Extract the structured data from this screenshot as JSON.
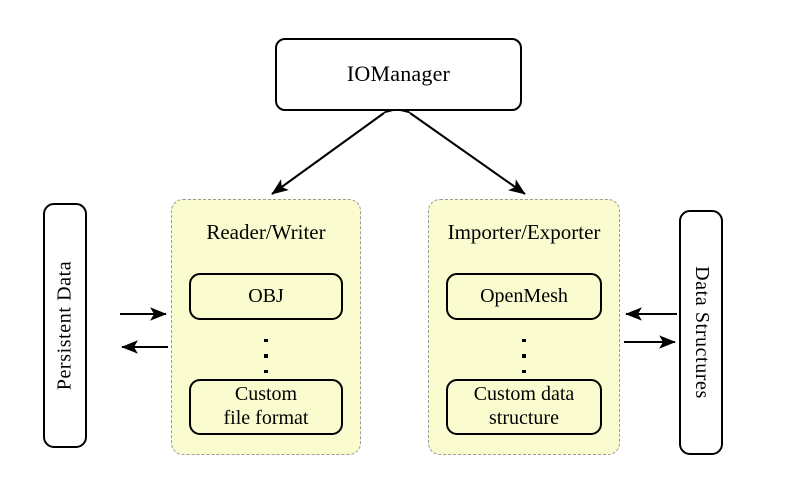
{
  "diagram": {
    "title_node": {
      "label": "IOManager"
    },
    "left_store": {
      "label": "Persistent Data"
    },
    "right_store": {
      "label": "Data Structures"
    },
    "panels": [
      {
        "title": "Reader/Writer",
        "top_item": "OBJ",
        "ellipsis": "⋮",
        "bottom_item": "Custom\nfile format"
      },
      {
        "title": "Importer/Exporter",
        "top_item": "OpenMesh",
        "ellipsis": "⋮",
        "bottom_item": "Custom data\nstructure"
      }
    ],
    "connections": [
      {
        "name": "iomanager-readerwriter",
        "style": "double-headed-diagonal"
      },
      {
        "name": "iomanager-importerexporter",
        "style": "double-headed-diagonal"
      },
      {
        "name": "persistent-data-to-readerwriter",
        "style": "single-right"
      },
      {
        "name": "readerwriter-to-persistent-data",
        "style": "single-left"
      },
      {
        "name": "data-structures-to-importerexporter",
        "style": "single-left"
      },
      {
        "name": "importerexporter-to-data-structures",
        "style": "single-right"
      }
    ],
    "colors": {
      "panel_fill": "#fbfbd0",
      "panel_border": "#9b9b9b",
      "stroke": "#000000",
      "background": "#ffffff"
    }
  }
}
